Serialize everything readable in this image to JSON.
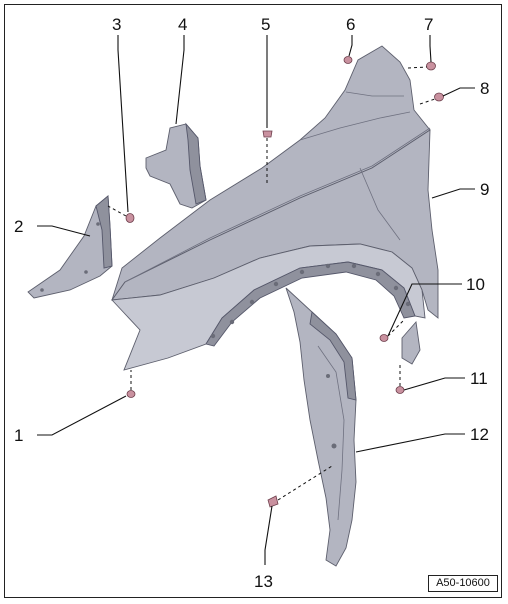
{
  "callouts": [
    {
      "id": "1",
      "label": "1"
    },
    {
      "id": "2",
      "label": "2"
    },
    {
      "id": "3",
      "label": "3"
    },
    {
      "id": "4",
      "label": "4"
    },
    {
      "id": "5",
      "label": "5"
    },
    {
      "id": "6",
      "label": "6"
    },
    {
      "id": "7",
      "label": "7"
    },
    {
      "id": "8",
      "label": "8"
    },
    {
      "id": "9",
      "label": "9"
    },
    {
      "id": "10",
      "label": "10"
    },
    {
      "id": "11",
      "label": "11"
    },
    {
      "id": "12",
      "label": "12"
    },
    {
      "id": "13",
      "label": "13"
    }
  ],
  "reference_code": "A50-10600",
  "colors": {
    "panel": "#b3b5c1",
    "fastener": "#c9919f",
    "line": "#111111"
  }
}
